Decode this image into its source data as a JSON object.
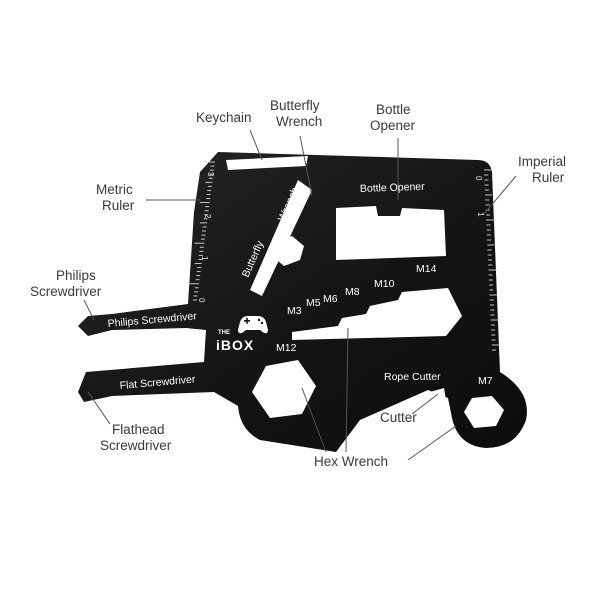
{
  "callouts": {
    "keychain": [
      "Keychain"
    ],
    "butterfly_wrench": [
      "Butterfly",
      "Wrench"
    ],
    "bottle_opener": [
      "Bottle",
      "Opener"
    ],
    "imperial_ruler": [
      "Imperial",
      "Ruler"
    ],
    "metric_ruler": [
      "Metric",
      "Ruler"
    ],
    "philips_screwdriver": [
      "Philips",
      "Screwdriver"
    ],
    "flathead_screwdriver": [
      "Flathead",
      "Screwdriver"
    ],
    "hex_wrench": [
      "Hex Wrench"
    ],
    "cutter": [
      "Cutter"
    ]
  },
  "engraved": {
    "butterfly": "Butterfly",
    "wrench": "Wrench",
    "bottle_opener": "Bottle Opener",
    "philips_screwdriver": "Philips Screwdriver",
    "flat_screwdriver": "Flat Screwdriver",
    "rope_cutter": "Rope Cutter",
    "sizes": [
      "M3",
      "M5",
      "M6",
      "M8",
      "M10",
      "M14"
    ],
    "m12": "M12",
    "m7": "M7",
    "logo_the": "THE",
    "logo_ibox": "iBOX"
  },
  "metric_ruler_numbers": [
    "3",
    "2",
    "1",
    "0"
  ],
  "imperial_ruler_numbers": [
    "0",
    "1"
  ],
  "colors": {
    "tool": "#141414",
    "background": "#ffffff",
    "callout_text": "#3a3a3a",
    "leader": "#555555",
    "logo_accent": "#ffffff"
  }
}
